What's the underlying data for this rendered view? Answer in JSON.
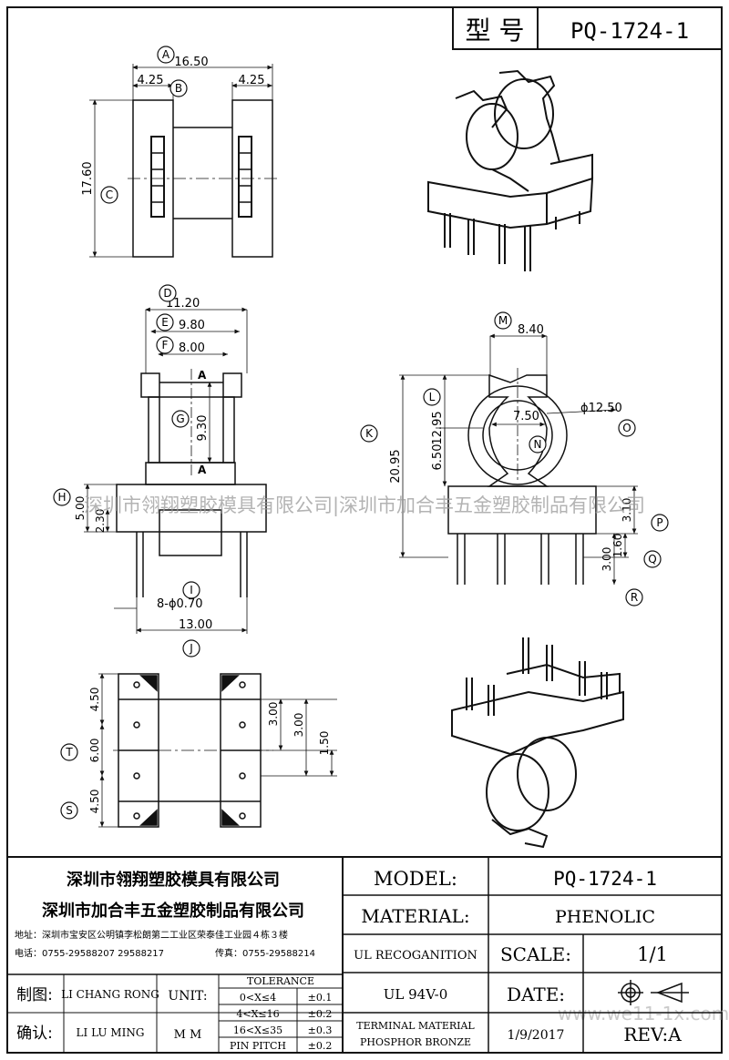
{
  "header": {
    "model_label": "型 号",
    "model_value": "PQ-1724-1"
  },
  "watermark": {
    "text": "深圳市翎翔塑胶模具有限公司|深圳市加合丰五金塑胶制品有限公司",
    "site": "www.we11-1x.com"
  },
  "dims": {
    "A": "16.50",
    "B": "4.25",
    "B2": "4.25",
    "C": "17.60",
    "D": "11.20",
    "E": "9.80",
    "F": "8.00",
    "G": "9.30",
    "sect": "A",
    "H1": "5.00",
    "H2": "2.30",
    "I": "8-ϕ0.70",
    "J": "13.00",
    "M": "8.40",
    "K": "20.95",
    "L": "12.95",
    "Lb": "6.50",
    "N": "7.50",
    "O": "ϕ12.50",
    "P": "3.10",
    "Q": "1.60",
    "R": "3.00",
    "T1": "4.50",
    "T2": "6.00",
    "T3": "4.50",
    "V1": "3.00",
    "V2": "3.00",
    "V3": "1.50"
  },
  "callouts": [
    "A",
    "B",
    "C",
    "D",
    "E",
    "F",
    "G",
    "H",
    "I",
    "J",
    "K",
    "L",
    "M",
    "N",
    "O",
    "P",
    "Q",
    "R",
    "S",
    "T"
  ],
  "title_block": {
    "company1": "深圳市翎翔塑胶模具有限公司",
    "company2": "深圳市加合丰五金塑胶制品有限公司",
    "address": "地址：深圳市宝安区公明镇李松朗第二工业区荣泰佳工业园４栋３楼",
    "phone": "电话：0755-29588207 29588217",
    "fax": "传真：0755-29588214",
    "drawn_label": "制图:",
    "drawn_by": "LI CHANG RONG",
    "checked_label": "确认:",
    "checked_by": "LI LU MING",
    "unit_label": "UNIT:",
    "unit_value": "M M",
    "tolerance_label": "TOLERANCE",
    "tolerances": [
      {
        "range": "0<X≤4",
        "value": "±0.1"
      },
      {
        "range": "4<X≤16",
        "value": "±0.2"
      },
      {
        "range": "16<X≤35",
        "value": "±0.3"
      },
      {
        "range": "PIN PITCH",
        "value": "±0.2"
      }
    ],
    "model_label": "MODEL:",
    "model_value": "PQ-1724-1",
    "material_label": "MATERIAL:",
    "material_value": "PHENOLIC",
    "ul_label": "UL RECOGANITION",
    "scale_label": "SCALE:",
    "scale_value": "1/1",
    "ul_value": "UL 94V-0",
    "date_label": "DATE:",
    "terminal_line1": "TERMINAL MATERIAL",
    "terminal_line2": "PHOSPHOR  BRONZE",
    "date_value": "1/9/2017",
    "rev_label": "REV:A"
  }
}
